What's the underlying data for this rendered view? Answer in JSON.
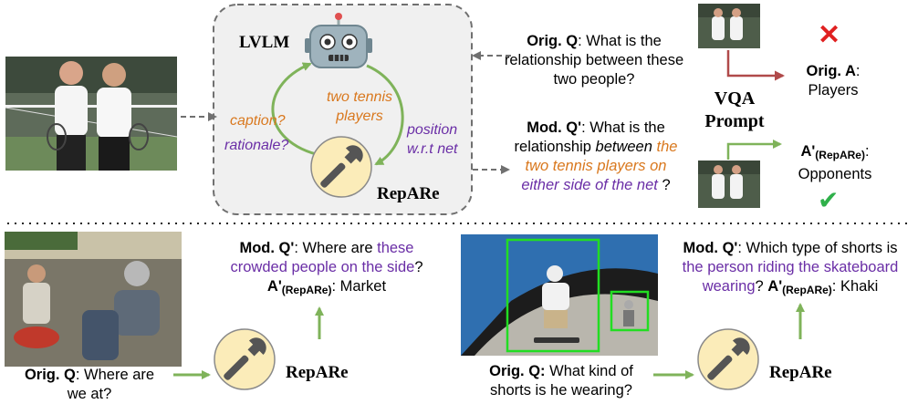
{
  "top": {
    "lvlm_label": "LVLM",
    "caption_prompt": "caption?",
    "rationale_prompt": "rationale?",
    "lvlm_answer_line1": "two tennis",
    "lvlm_answer_line2": "players",
    "position_prompt_line1": "position",
    "position_prompt_line2": "w.r.t net",
    "repare_label": "RepARe",
    "orig_q_label": "Orig. Q",
    "orig_q_line1": ": What is the",
    "orig_q_line2": "relationship between these",
    "orig_q_line3": "two people?",
    "vqa_prompt_line1": "VQA",
    "vqa_prompt_line2": "Prompt",
    "orig_a_label": "Orig. A",
    "orig_a_colon": ":",
    "orig_a_value": "Players",
    "wrong_mark": "✕",
    "mod_q_label": "Mod. Q'",
    "mod_q_line1": ": What is the",
    "mod_q_line2_a": "relationship ",
    "mod_q_line2_b": "between the",
    "mod_q_line2_b1": "between ",
    "mod_q_line2_b2": "the",
    "mod_q_line3": "two tennis players on",
    "mod_q_line4_a": "either side of the net",
    "mod_q_line4_b": " ?",
    "answer_label": "A'",
    "answer_sub": "(RepARe)",
    "answer_colon": ":",
    "answer_value": "Opponents",
    "correct_mark": "✔"
  },
  "bottom_left": {
    "mod_q_label": "Mod. Q'",
    "mod_q_text_a": ": Where are ",
    "mod_q_text_b": "these",
    "mod_q_line2_a": "crowded people on the side",
    "mod_q_line2_b": "?",
    "answer_label": "A'",
    "answer_sub": "(RepARe)",
    "answer_colon": ":",
    "answer_value": "Market",
    "orig_q_label": "Orig. Q",
    "orig_q_line1": ": Where are",
    "orig_q_line2": "we at?",
    "repare_label": "RepARe"
  },
  "bottom_right": {
    "mod_q_label": "Mod. Q'",
    "mod_q_line1": ": Which type of shorts is",
    "mod_q_line2": "the person riding the skateboard",
    "mod_q_line3_a": "wearing",
    "mod_q_line3_b": "? ",
    "answer_label": "A'",
    "answer_sub": "(RepARe)",
    "answer_colon": ":",
    "answer_value": "Khaki",
    "orig_q_label": "Orig. Q:",
    "orig_q_line1": " What kind of",
    "orig_q_line2": "shorts is he wearing?",
    "repare_label": "RepARe"
  },
  "colors": {
    "green_arrow": "#7fb35a",
    "red_arrow": "#b04a4a",
    "purple_text": "#6a2ea6",
    "orange_text": "#d9781e",
    "box_fill": "#f0f0f0",
    "tool_circle": "#fbecb9",
    "bbox_green": "#22dd22"
  },
  "icons": [
    "robot-icon",
    "wrench-icon",
    "cross-icon",
    "check-icon"
  ]
}
